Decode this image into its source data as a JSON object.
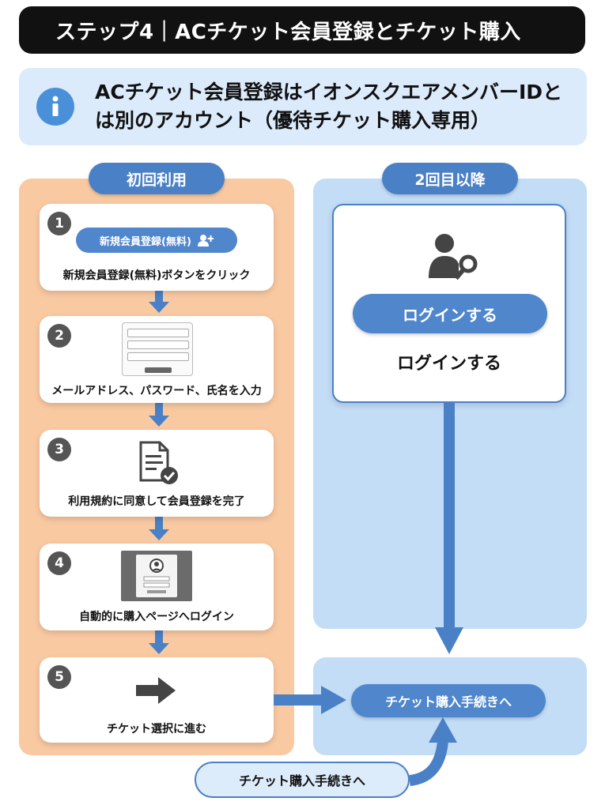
{
  "header": {
    "title": "ステップ4｜ACチケット会員登録とチケット購入"
  },
  "info": {
    "icon": "info-icon",
    "line1": "ACチケット会員登録はイオンスクエアメンバーIDと",
    "line2": "は別のアカウント（優待チケット購入専用）"
  },
  "first_use": {
    "label": "初回利用",
    "steps": [
      {
        "num": "1",
        "button_label": "新規会員登録(無料)",
        "caption": "新規会員登録(無料)ボタンをクリック",
        "icon": "add-user-icon"
      },
      {
        "num": "2",
        "caption": "メールアドレス、パスワード、氏名を入力",
        "icon": "form-icon"
      },
      {
        "num": "3",
        "caption": "利用規約に同意して会員登録を完了",
        "icon": "document-check-icon"
      },
      {
        "num": "4",
        "caption": "自動的に購入ページへログイン",
        "icon": "profile-screen-icon"
      },
      {
        "num": "5",
        "caption": "チケット選択に進む",
        "icon": "arrow-right-icon"
      }
    ]
  },
  "second_use": {
    "label": "2回目以降",
    "login_button": "ログインする",
    "login_text": "ログインする",
    "icon": "user-key-icon"
  },
  "proceed": {
    "label": "チケット購入手続きへ"
  },
  "bottom": {
    "label": "チケット購入手続きへ"
  },
  "colors": {
    "accent": "#4a80c6",
    "left_panel": "#f9c9a2",
    "right_panel": "#c3ddf7",
    "header": "#111111"
  }
}
